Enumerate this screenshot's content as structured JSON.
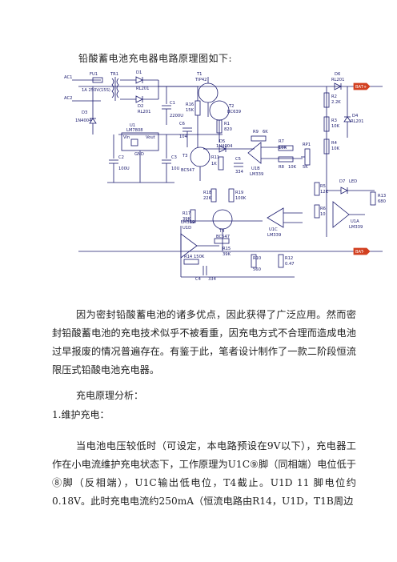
{
  "document": {
    "title": "铅酸蓄电池充电器电路原理图如下:",
    "paragraph_1": "因为密封铅酸蓄电池的诸多优点，因此获得了广泛应用。然而密封铅酸蓄电池的充电技术似乎不被看重，因充电方式不合理而造成电池过早报废的情况普遍存在。有鉴于此，笔者设计制作了一款二阶段恒流限压式铅酸电池充电器。",
    "heading_1": "充电原理分析：",
    "heading_2": "1.维护充电：",
    "paragraph_2": "当电池电压较低时（可设定，本电路预设在9V以下），充电器工作在小电流维护充电状态下，工作原理为U1C⑨脚（同相端）电位低于⑧脚（反相端），U1C输出低电位，T4截止。U1D 11 脚电位约0.18V。此时充电电流约250mA（恒流电路由R14，U1D，T1B周边"
  },
  "schematic": {
    "labels": {
      "ac1": "AC1",
      "ac2": "AC2",
      "fu1": "FU1",
      "fuse_spec": "1A 250V(15S)",
      "tr1": "TR1",
      "d1": "D1",
      "d1_part": "RL201",
      "d2": "D2",
      "d2_part": "RL201",
      "d3": "D3",
      "d3_part": "1N4004",
      "c1": "C1",
      "c1_val": "2200U",
      "u1": "U1",
      "u1_part": "LM7808",
      "vin": "Vin",
      "vout": "Vout",
      "gnd": "GND",
      "c2": "C2",
      "c2_val": "100U",
      "c3": "C3",
      "c3_val": "10U",
      "t1": "T1",
      "t1_part": "TIP42",
      "t2": "T2",
      "t2_part": "BC639",
      "r16": "R16",
      "r16_val": "15K",
      "r1": "R1",
      "r1_val": "820",
      "c6": "C6",
      "c6_val": "104",
      "t3": "T3",
      "t3_part": "BC547",
      "d5": "D5",
      "d5_part": "1N4004",
      "r11": "R11",
      "r11_val": "1K",
      "c5": "C5",
      "c5_val": "334",
      "r9": "R9",
      "r9_val": "6K",
      "r7": "R7",
      "r7_val": "10K",
      "r8": "R8",
      "r8_val": "10K",
      "u1b": "U1B",
      "u1b_part": "LM339",
      "rp1": "RP1",
      "rp1_val": "5K",
      "d6": "D6",
      "d6_part": "RL201",
      "bat": "BAT+",
      "bat_neg": "BAT-",
      "r2": "R2",
      "r2_val": "2.2K",
      "r3": "R3",
      "r3_val": "10K",
      "r4": "R4",
      "r4_val": "10K",
      "d4": "D4",
      "d4_part": "RL201",
      "d7": "D7",
      "led": "LED",
      "r5": "R5",
      "r5_val": "12K",
      "r6": "R6",
      "r6_val": "10",
      "r13": "R13",
      "r13_val": "680",
      "u1a": "U1A",
      "u1a_part": "LM339",
      "r18": "R18",
      "r18_val": "22K",
      "r19": "R19",
      "r19_val": "100K",
      "r17": "R17",
      "r17_val": "39K",
      "t4": "T4",
      "t4_part": "BC547",
      "u1c": "U1C",
      "u1c_part": "LM339",
      "u1d": "U1D",
      "u1d_part": "LM339",
      "r14": "R14",
      "r14_val": "150K",
      "r15": "R15",
      "r15_val": "39K",
      "c4": "C4",
      "c4_val": "334",
      "r10": "R10",
      "r10_val": "560",
      "r12": "R12",
      "r12_val": "0.47"
    }
  }
}
